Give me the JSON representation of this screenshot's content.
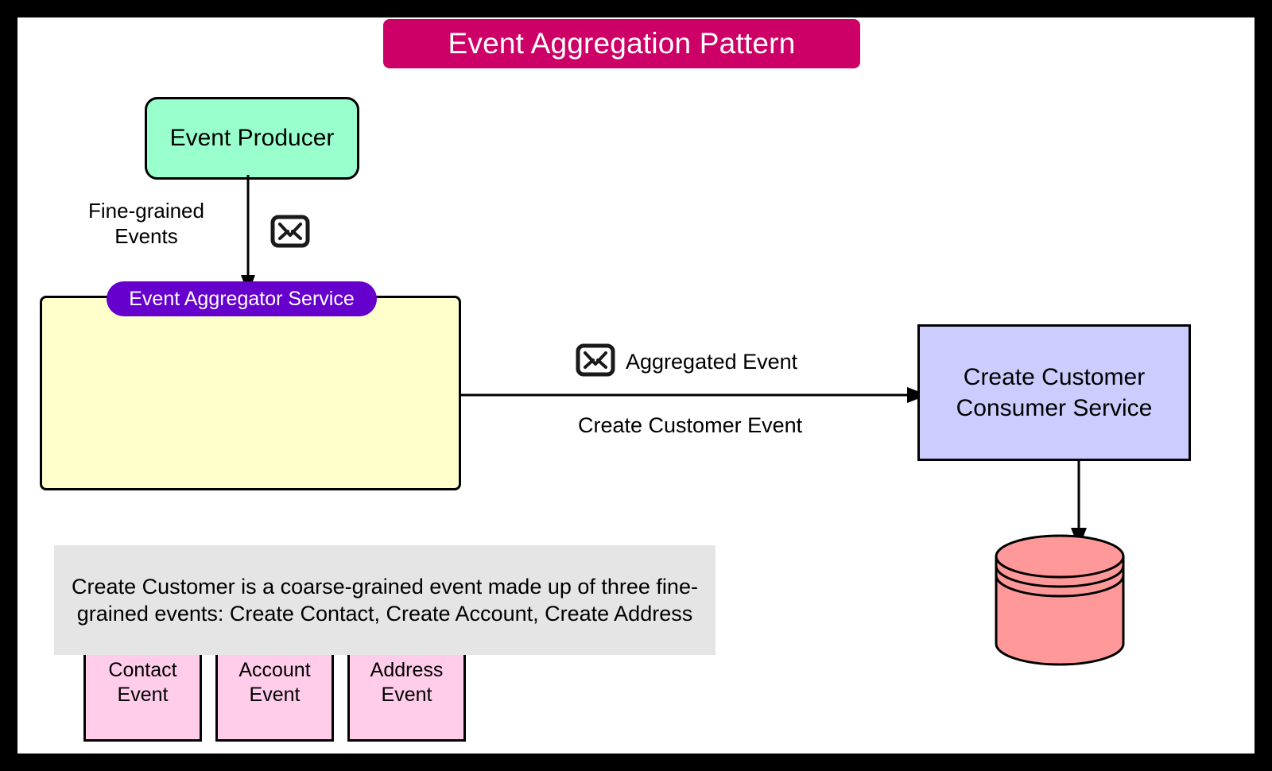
{
  "diagram": {
    "title": "Event Aggregation Pattern",
    "title_bg_color": "#cc0066",
    "frame_color": "#000000",
    "canvas_color": "#ffffff"
  },
  "producer": {
    "label": "Event Producer",
    "fill_color": "#99ffcc"
  },
  "flow_producer_to_aggregator": {
    "edge_label": "Fine-grained\nEvents",
    "edge_label_line1": "Fine-grained",
    "edge_label_line2": "Events",
    "icon": "envelope-icon"
  },
  "aggregator": {
    "title": "Event Aggregator Service",
    "title_bg_color": "#6600cc",
    "container_fill_color": "#ffffcc",
    "events": [
      {
        "line1": "Contact",
        "line2": "Event"
      },
      {
        "line1": "Account",
        "line2": "Event"
      },
      {
        "line1": "Address",
        "line2": "Event"
      }
    ],
    "event_fill_color": "#ffccea"
  },
  "flow_aggregator_to_consumer": {
    "icon": "envelope-icon",
    "label_above": "Aggregated Event",
    "label_below": "Create Customer Event"
  },
  "consumer": {
    "line1": "Create Customer",
    "line2": "Consumer Service",
    "fill_color": "#ccccff"
  },
  "database": {
    "name": "database-cylinder",
    "fill_color": "#ff9999"
  },
  "note": {
    "text": "Create Customer is a coarse-grained event made up of three fine-grained events: Create Contact, Create Account, Create Address",
    "bg_color": "#e5e5e5"
  }
}
